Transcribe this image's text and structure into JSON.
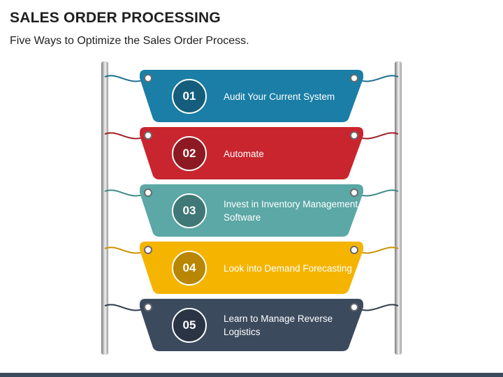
{
  "header": {
    "title": "SALES ORDER PROCESSING",
    "subtitle": "Five Ways to Optimize the Sales Order Process."
  },
  "steps": [
    {
      "number": "01",
      "text": "Audit Your Current System",
      "color": "#1a7ea6",
      "dark": "#155d7c",
      "cord": "#1d6f8f"
    },
    {
      "number": "02",
      "text": "Automate",
      "color": "#c9252f",
      "dark": "#8d1a22",
      "cord": "#a01f27"
    },
    {
      "number": "03",
      "text": "Invest in Inventory Management Software",
      "color": "#5ba8a6",
      "dark": "#3f7877",
      "cord": "#3f8a88"
    },
    {
      "number": "04",
      "text": "Look into Demand Forecasting",
      "color": "#f5b400",
      "dark": "#b88600",
      "cord": "#c99200"
    },
    {
      "number": "05",
      "text": "Learn to Manage Reverse Logistics",
      "color": "#3c4a5e",
      "dark": "#2a3444",
      "cord": "#2f3a4a"
    }
  ]
}
